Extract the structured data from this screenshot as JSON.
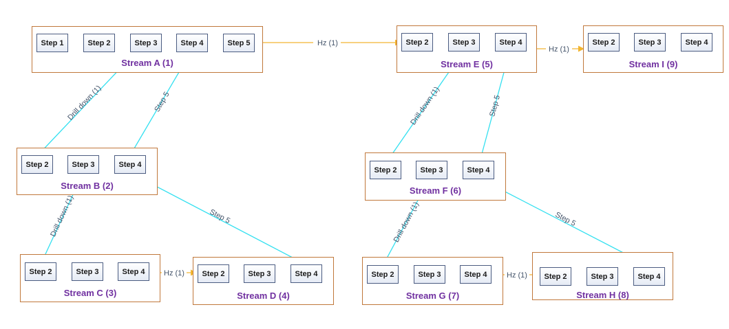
{
  "colors": {
    "vertical": "#33e0f0",
    "horizontal": "#f2b530",
    "stream_label": "#7030a0",
    "label_text": "#44546a"
  },
  "streams": {
    "A": {
      "label": "Stream A (1)",
      "steps": [
        "Step 1",
        "Step 2",
        "Step 3",
        "Step 4",
        "Step 5"
      ]
    },
    "B": {
      "label": "Stream B (2)",
      "steps": [
        "Step 2",
        "Step 3",
        "Step 4"
      ]
    },
    "C": {
      "label": "Stream C (3)",
      "steps": [
        "Step 2",
        "Step 3",
        "Step 4"
      ]
    },
    "D": {
      "label": "Stream D (4)",
      "steps": [
        "Step 2",
        "Step 3",
        "Step 4"
      ]
    },
    "E": {
      "label": "Stream E (5)",
      "steps": [
        "Step 2",
        "Step 3",
        "Step 4"
      ]
    },
    "F": {
      "label": "Stream F (6)",
      "steps": [
        "Step 2",
        "Step 3",
        "Step 4"
      ]
    },
    "G": {
      "label": "Stream G (7)",
      "steps": [
        "Step 2",
        "Step 3",
        "Step 4"
      ]
    },
    "H": {
      "label": "Stream H (8)",
      "steps": [
        "Step 2",
        "Step 3",
        "Step 4"
      ]
    },
    "I": {
      "label": "Stream I (9)",
      "steps": [
        "Step 2",
        "Step 3",
        "Step 4"
      ]
    }
  },
  "connectors": {
    "A_E": "Hz (1)",
    "E_I": "Hz (1)",
    "A_B": "Drill down (1)",
    "B_A": "Step 5",
    "B_C": "Drill down (1)",
    "D_B": "Step 5",
    "C_D": "Hz (1)",
    "E_F": "Drill down (1)",
    "F_E": "Step 5",
    "F_G": "Drill down (1)",
    "H_F": "Step 5",
    "G_H": "Hz (1)"
  }
}
